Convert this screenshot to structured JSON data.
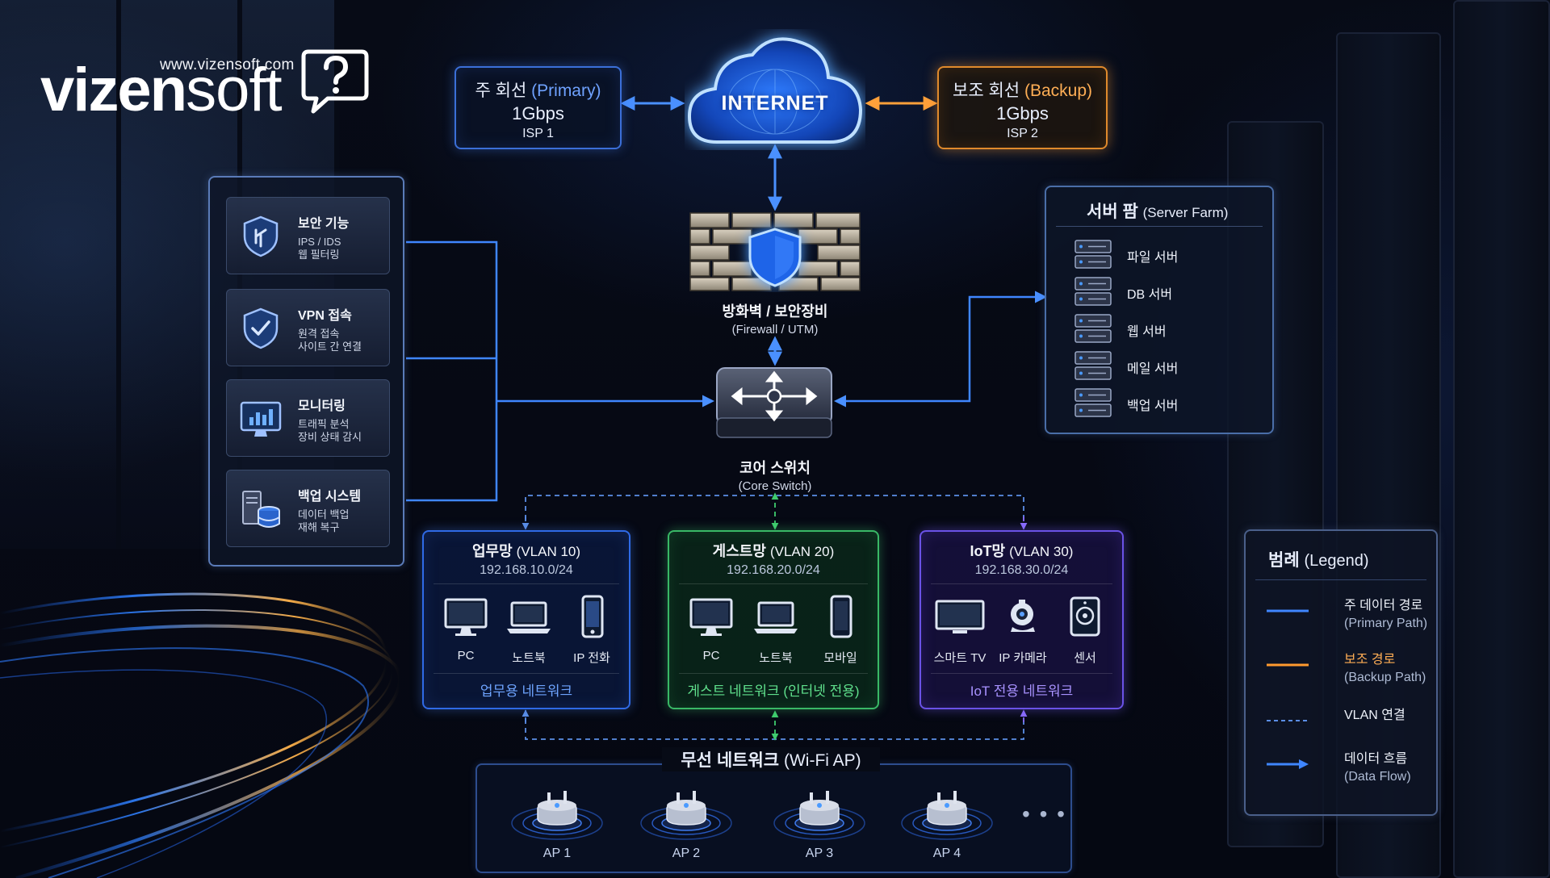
{
  "logo": {
    "url": "www.vizensoft.com",
    "word_bold": "vizen",
    "word_thin": "soft"
  },
  "internet": {
    "label": "INTERNET"
  },
  "isp_primary": {
    "title": "주 회선",
    "title_en": "(Primary)",
    "speed": "1Gbps",
    "provider": "ISP 1"
  },
  "isp_backup": {
    "title": "보조 회선",
    "title_en": "(Backup)",
    "speed": "1Gbps",
    "provider": "ISP 2"
  },
  "firewall": {
    "label": "방화벽 / 보안장비",
    "label_en": "(Firewall / UTM)"
  },
  "core_switch": {
    "label": "코어 스위치",
    "label_en": "(Core Switch)"
  },
  "features": [
    {
      "title": "보안 기능",
      "line1": "IPS / IDS",
      "line2": "웹 필터링",
      "icon": "security-shield-icon"
    },
    {
      "title": "VPN 접속",
      "line1": "원격 접속",
      "line2": "사이트 간 연결",
      "icon": "vpn-shield-icon"
    },
    {
      "title": "모니터링",
      "line1": "트래픽 분석",
      "line2": "장비 상태 감시",
      "icon": "monitor-chart-icon"
    },
    {
      "title": "백업 시스템",
      "line1": "데이터 백업",
      "line2": "재해 복구",
      "icon": "backup-database-icon"
    }
  ],
  "server_farm": {
    "title": "서버 팜",
    "title_en": "(Server Farm)",
    "servers": [
      "파일 서버",
      "DB 서버",
      "웹 서버",
      "메일 서버",
      "백업 서버"
    ]
  },
  "vlans": [
    {
      "name": "업무망",
      "vlan": "(VLAN 10)",
      "subnet": "192.168.10.0/24",
      "devices": [
        "PC",
        "노트북",
        "IP 전화"
      ],
      "footer": "업무용 네트워크",
      "color": "#2f6ae6"
    },
    {
      "name": "게스트망",
      "vlan": "(VLAN 20)",
      "subnet": "192.168.20.0/24",
      "devices": [
        "PC",
        "노트북",
        "모바일"
      ],
      "footer": "게스트 네트워크 (인터넷 전용)",
      "color": "#39b866"
    },
    {
      "name": "IoT망",
      "vlan": "(VLAN 30)",
      "subnet": "192.168.30.0/24",
      "devices": [
        "스마트 TV",
        "IP 카메라",
        "센서"
      ],
      "footer": "IoT 전용 네트워크",
      "color": "#6a52e6"
    }
  ],
  "wifi": {
    "title": "무선 네트워크",
    "title_en": "(Wi-Fi AP)",
    "aps": [
      "AP 1",
      "AP 2",
      "AP 3",
      "AP 4"
    ],
    "more": "• • •"
  },
  "legend": {
    "title": "범례",
    "title_en": "(Legend)",
    "items": [
      {
        "label": "주 데이터 경로",
        "label_en": "(Primary Path)",
        "color": "#3f86ff"
      },
      {
        "label": "보조 경로",
        "label_en": "(Backup Path)",
        "color": "#ff9a2e"
      },
      {
        "label": "VLAN 연결",
        "label_en": "",
        "color": "#5b8ee6"
      },
      {
        "label": "데이터 흐름",
        "label_en": "(Data Flow)",
        "color": "#3f86ff"
      }
    ]
  },
  "colors": {
    "primary": "#3f86ff",
    "backup": "#ff9a2e",
    "vlan_work": "#2f6ae6",
    "vlan_guest": "#39b866",
    "vlan_iot": "#6a52e6"
  }
}
